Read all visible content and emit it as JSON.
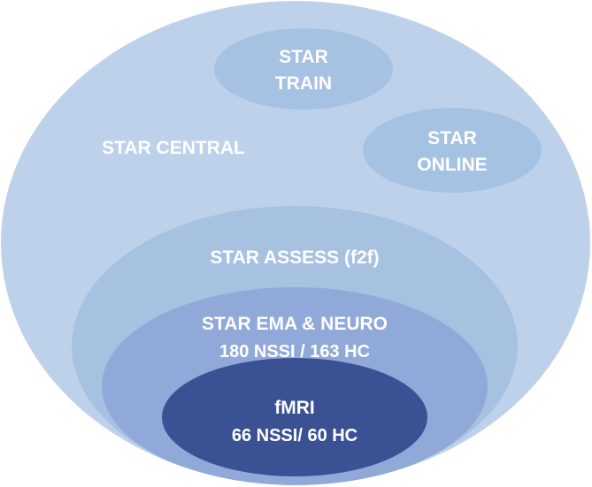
{
  "diagram": {
    "central": {
      "label": "STAR CENTRAL",
      "color": "#bdd2ea"
    },
    "train": {
      "line1": "STAR",
      "line2": "TRAIN",
      "color": "#a6c2e2"
    },
    "online": {
      "line1": "STAR",
      "line2": "ONLINE",
      "color": "#a6c2e2"
    },
    "assess": {
      "label": "STAR ASSESS (f2f)",
      "color": "#a7c1e1"
    },
    "ema_neuro": {
      "line1": "STAR EMA & NEURO",
      "line2": "180 NSSI / 163 HC",
      "color": "#91a9d8"
    },
    "fmri": {
      "line1": "fMRI",
      "line2": "66 NSSI/ 60 HC",
      "color": "#3a5194"
    }
  }
}
